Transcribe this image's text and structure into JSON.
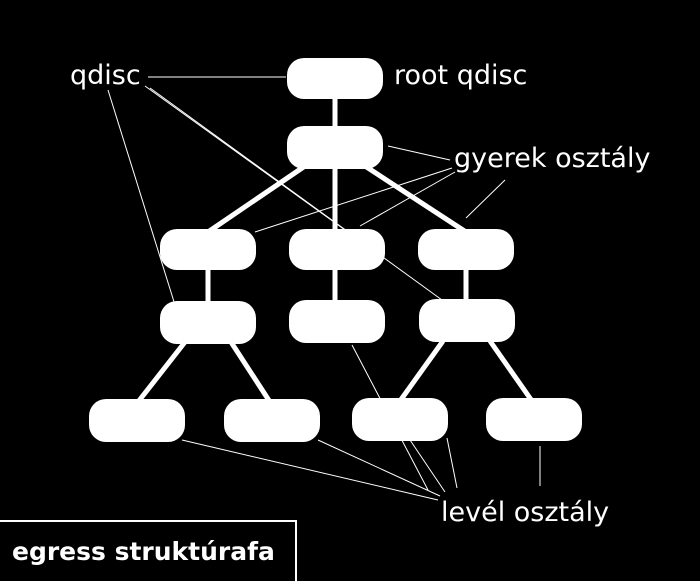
{
  "labels": {
    "qdisc": "qdisc",
    "root_qdisc": "root qdisc",
    "child_class": "gyerek osztály",
    "leaf_class": "levél osztály"
  },
  "caption": "egress struktúrafa",
  "colors": {
    "background": "#000000",
    "foreground": "#ffffff"
  }
}
